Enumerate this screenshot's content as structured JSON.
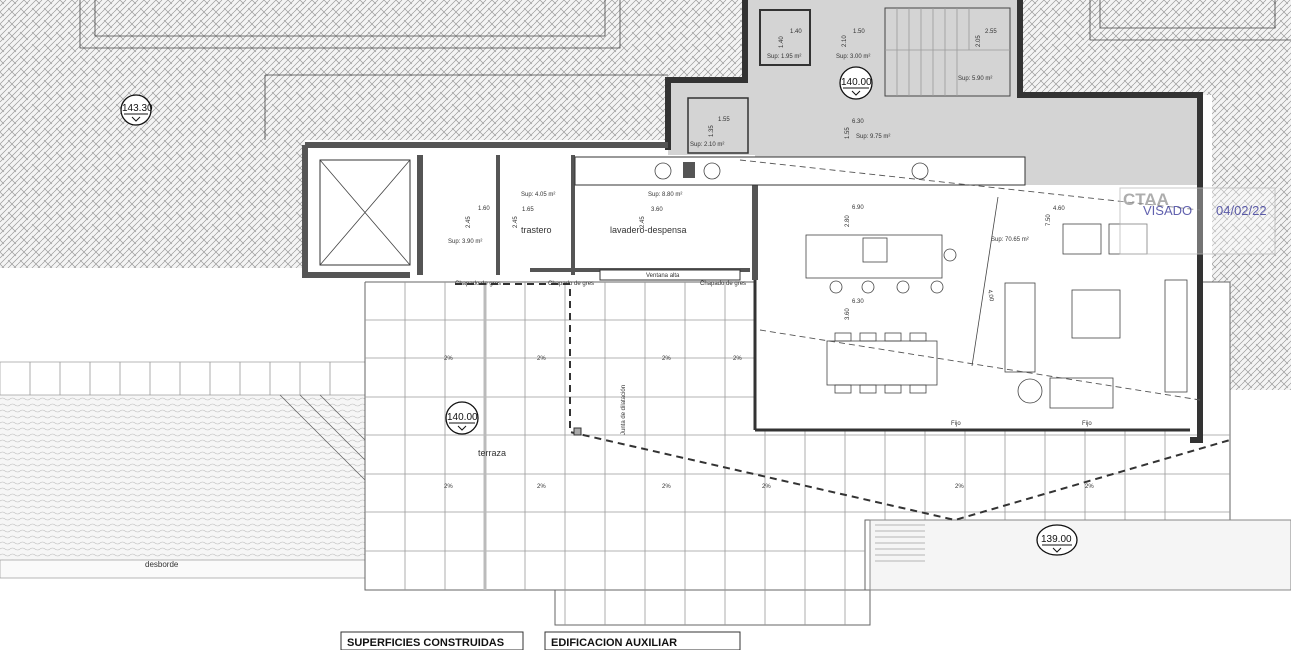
{
  "plan": {
    "elevations": [
      "143.30",
      "140.00",
      "140.00",
      "139.00"
    ],
    "rooms": {
      "bano": {
        "area": "Sup: 3.90 m²",
        "dim_w": "1.60",
        "dim_h": "2.45"
      },
      "trastero": {
        "name": "trastero",
        "area": "Sup: 4.05 m²",
        "dim_w": "1.65",
        "dim_h": "2.45"
      },
      "lavadero": {
        "name": "lavadero-despensa",
        "area": "Sup: 8.80 m²",
        "dim_w": "3.60",
        "dim_h": "2.45"
      },
      "aseo": {
        "area": "Sup: 1.95 m²",
        "dim_w": "1.40",
        "dim_h": "1.40"
      },
      "distribuidor": {
        "area": "Sup: 3.00 m²",
        "dim_w": "1.50",
        "dim_h": "2.10"
      },
      "escalera": {
        "area": "Sup: 5.90 m²",
        "dim_w": "2.55",
        "dim_h": "2.05"
      },
      "pasillo": {
        "area": "Sup: 9.75 m²",
        "dim_w": "6.30",
        "dim_h": "1.55"
      },
      "vestibulo": {
        "area": "Sup: 2.10 m²",
        "dim_w": "1.55",
        "dim_h": "1.35"
      },
      "salon": {
        "area": "Sup: 70.65 m²",
        "dim_kitchen_w": "6.90",
        "dim_kitchen_h": "2.80",
        "dim_dining_w": "6.30",
        "dim_dining_h": "3.60",
        "dim_living_w": "4.60",
        "dim_living_h": "7.50",
        "diagonal": "4.00"
      }
    },
    "labels": {
      "ventana": "Ventana alta",
      "chapado1": "Chapado de gres",
      "chapado2": "Chapado de gres",
      "chapado3": "Chapado de gres",
      "junta": "Junta de dilatación",
      "terraza": "terraza",
      "desborde": "desborde",
      "fijo1": "Fijo",
      "fijo2": "Fijo",
      "slope": "2%"
    },
    "stamp": {
      "org": "CTAA",
      "title": "VISADO",
      "date": "04/02/22",
      "color": "#3a3a9a"
    },
    "tables": {
      "superficies": "SUPERFICIES CONSTRUIDAS",
      "auxiliar": "EDIFICACION AUXILIAR"
    }
  }
}
